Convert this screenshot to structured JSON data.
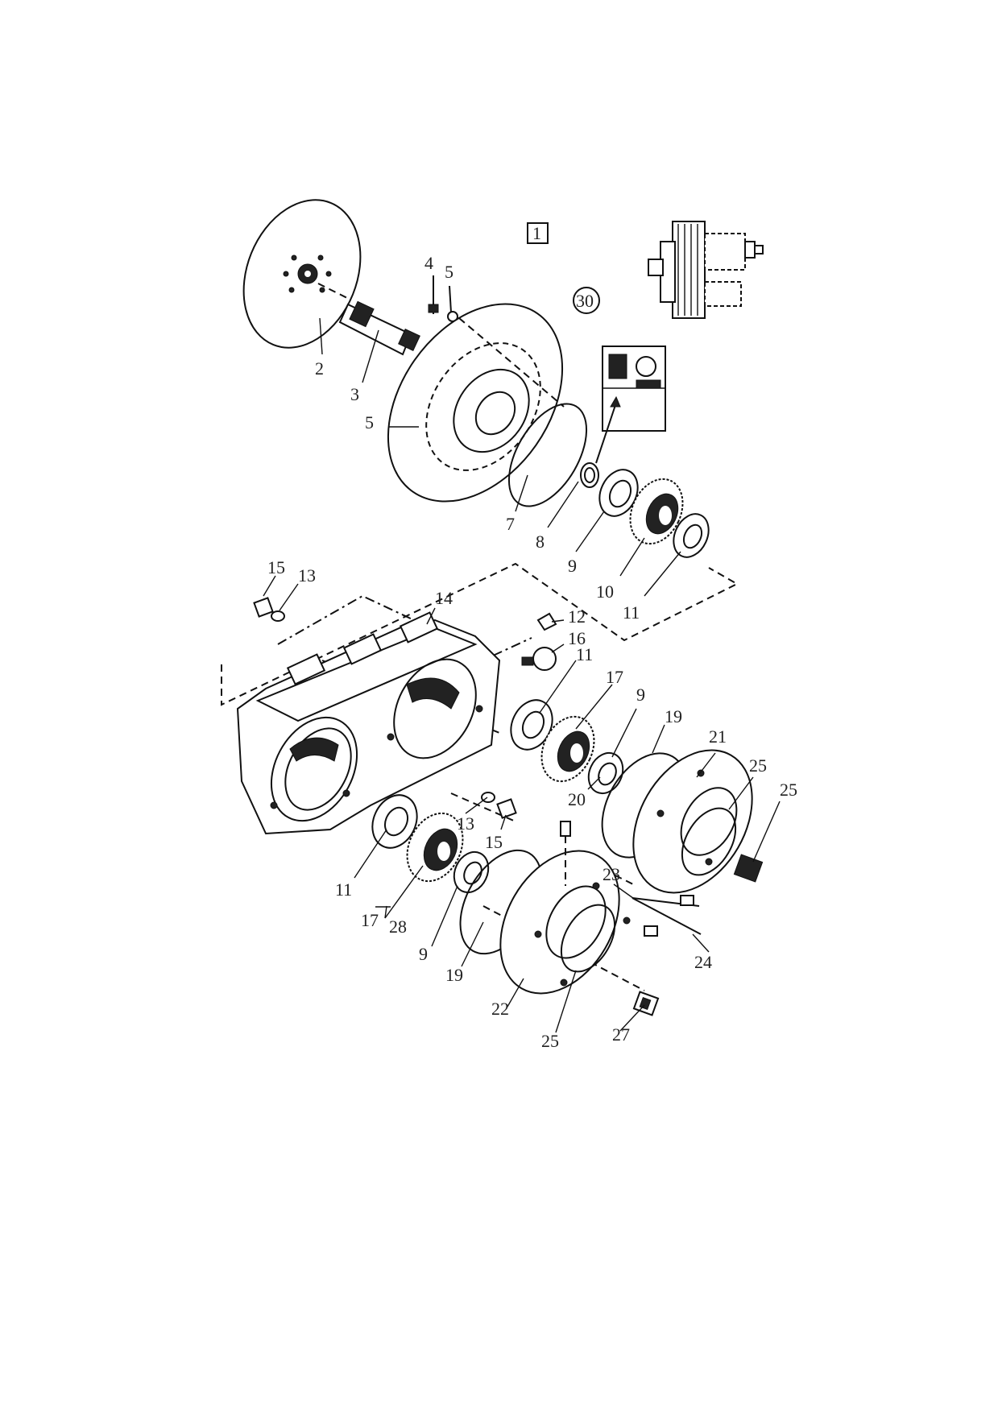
{
  "diagram": {
    "group_label": "1",
    "sheet_label": "30",
    "callouts": [
      {
        "id": "c-2",
        "text": "2"
      },
      {
        "id": "c-3",
        "text": "3"
      },
      {
        "id": "c-4",
        "text": "4"
      },
      {
        "id": "c-5a",
        "text": "5"
      },
      {
        "id": "c-5b",
        "text": "5"
      },
      {
        "id": "c-7",
        "text": "7"
      },
      {
        "id": "c-8",
        "text": "8"
      },
      {
        "id": "c-9a",
        "text": "9"
      },
      {
        "id": "c-10",
        "text": "10"
      },
      {
        "id": "c-11a",
        "text": "11"
      },
      {
        "id": "c-15a",
        "text": "15"
      },
      {
        "id": "c-13a",
        "text": "13"
      },
      {
        "id": "c-14",
        "text": "14"
      },
      {
        "id": "c-12",
        "text": "12"
      },
      {
        "id": "c-16",
        "text": "16"
      },
      {
        "id": "c-11b",
        "text": "11"
      },
      {
        "id": "c-17a",
        "text": "17"
      },
      {
        "id": "c-9b",
        "text": "9"
      },
      {
        "id": "c-19a",
        "text": "19"
      },
      {
        "id": "c-21",
        "text": "21"
      },
      {
        "id": "c-25a",
        "text": "25"
      },
      {
        "id": "c-25b",
        "text": "25"
      },
      {
        "id": "c-20",
        "text": "20"
      },
      {
        "id": "c-13b",
        "text": "13"
      },
      {
        "id": "c-15b",
        "text": "15"
      },
      {
        "id": "c-11c",
        "text": "11"
      },
      {
        "id": "c-23",
        "text": "23"
      },
      {
        "id": "c-17b",
        "text": "17"
      },
      {
        "id": "c-28",
        "text": "28"
      },
      {
        "id": "c-9c",
        "text": "9"
      },
      {
        "id": "c-19b",
        "text": "19"
      },
      {
        "id": "c-24",
        "text": "24"
      },
      {
        "id": "c-22",
        "text": "22"
      },
      {
        "id": "c-25c",
        "text": "25"
      },
      {
        "id": "c-27",
        "text": "27"
      }
    ]
  }
}
